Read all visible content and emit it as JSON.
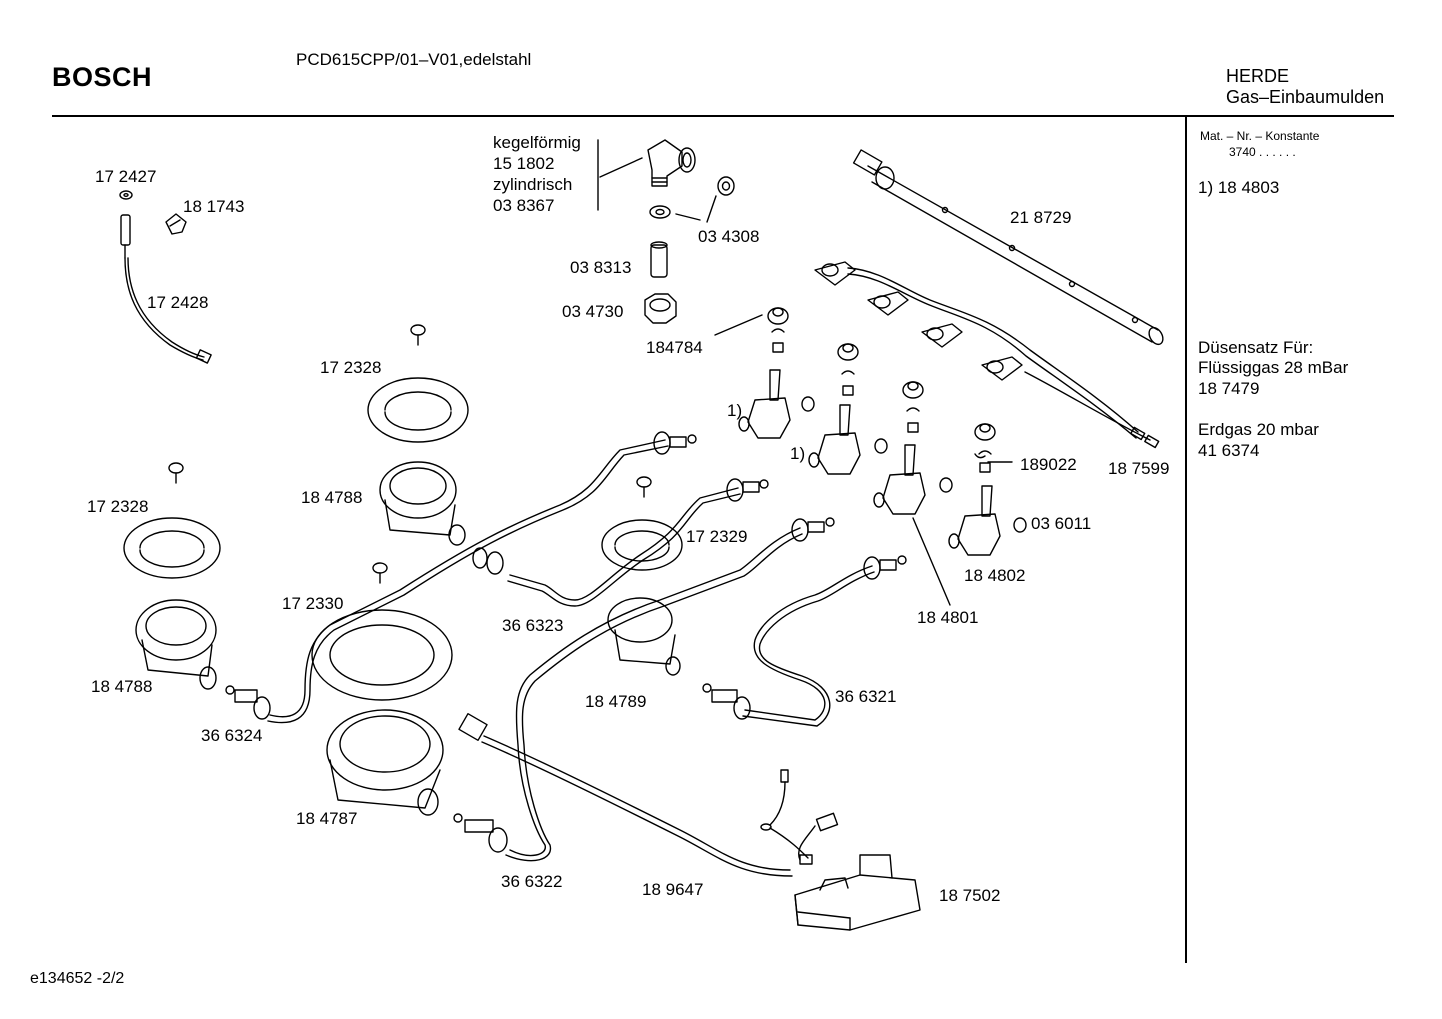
{
  "header": {
    "brand": "BOSCH",
    "model": "PCD615CPP/01–V01,edelstahl",
    "category_1": "HERDE",
    "category_2": "Gas–Einbaumulden"
  },
  "sidebar": {
    "mat_label": "Mat. – Nr. – Konstante",
    "mat_value": "3740  .  .   .  .  .  .",
    "note_1": "1)  18 4803",
    "nozzle_title": "Düsensatz Für:",
    "lpg_label": "Flüssiggas 28 mBar",
    "lpg_part": "18 7479",
    "natgas_label": "Erdgas 20 mbar",
    "natgas_part": "41 6374"
  },
  "callouts": {
    "kegel_1": "kegelförmig",
    "kegel_2": "15 1802",
    "kegel_3": "zylindrisch",
    "kegel_4": "03 8367",
    "p172427": "17 2427",
    "p181743": "18 1743",
    "p172428": "17 2428",
    "p034308": "03 4308",
    "p038313": "03 8313",
    "p034730": "03 4730",
    "p184784": "184784",
    "p218729": "21 8729",
    "p172328a": "17 2328",
    "p172328b": "17 2328",
    "p184788a": "18 4788",
    "p184788b": "18 4788",
    "ref1a": "1)",
    "ref1b": "1)",
    "p189022": "189022",
    "p187599": "18 7599",
    "p036011": "03 6011",
    "p172329": "17 2329",
    "p184802": "18 4802",
    "p172330": "17 2330",
    "p366323": "36 6323",
    "p184801": "18 4801",
    "p184789": "18 4789",
    "p366321": "36 6321",
    "p366324": "36 6324",
    "p184787": "18 4787",
    "p366322": "36 6322",
    "p189647": "18 9647",
    "p187502": "18 7502"
  },
  "footer": {
    "doc_id": "e134652  -2/2"
  }
}
